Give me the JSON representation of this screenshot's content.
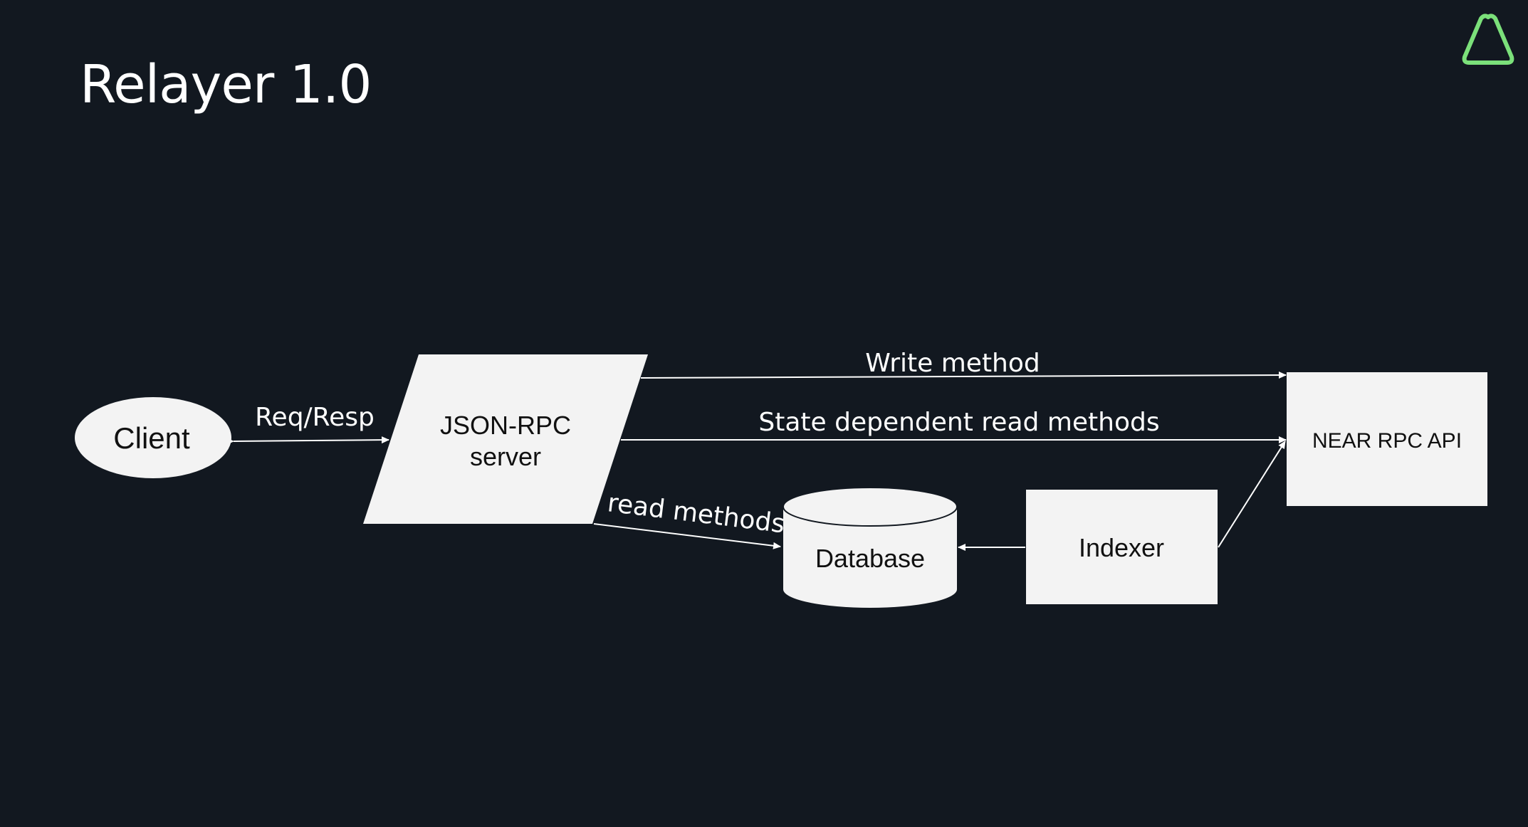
{
  "slide": {
    "title": "Relayer 1.0",
    "logo_icon": "triangle-outline-icon",
    "logo_color": "#7be07a",
    "background": "#121820"
  },
  "diagram": {
    "nodes": {
      "client": "Client",
      "json_rpc_line1": "JSON-RPC",
      "json_rpc_line2": "server",
      "near_rpc_api": "NEAR RPC API",
      "database": "Database",
      "indexer": "Indexer"
    },
    "edges": {
      "req_resp": "Req/Resp",
      "write_method": "Write method",
      "state_dependent": "State dependent read methods",
      "read_methods": "read methods"
    },
    "node_fill": "#f3f3f3",
    "edge_color": "#ffffff"
  }
}
